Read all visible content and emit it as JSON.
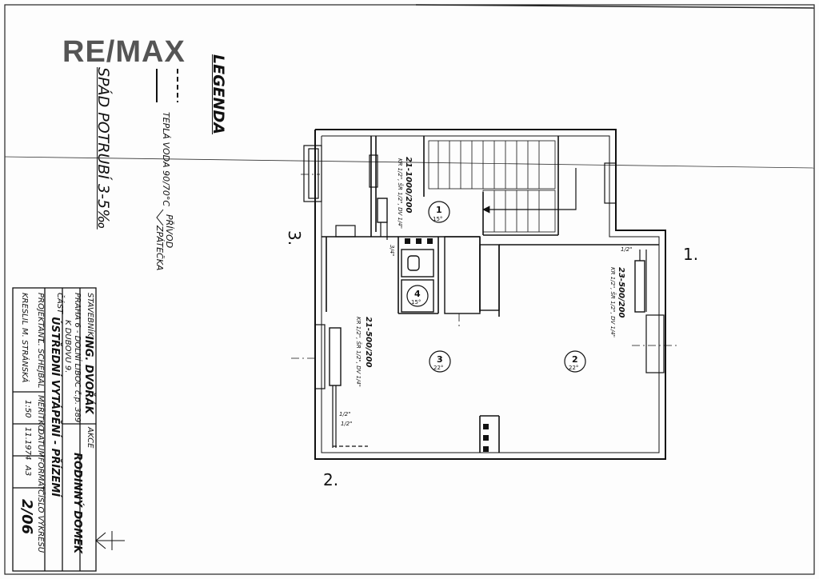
{
  "logo": "RE/MAX",
  "legend": {
    "title": "LEGENDA",
    "supply": "PŘÍVOD",
    "return": "ZPÁTEČKA",
    "water": "TEPLÁ VODA 90/70°C",
    "slope": "SPÁD POTRUBÍ 3-5‰"
  },
  "title_block": {
    "investor_label": "STAVEBNÍK",
    "investor": "ING. DVOŘÁK",
    "address_1": "PRAHA 6 - DOLNÍ LIBOC č.p. 389",
    "address_2": "K DUBOVU 9.",
    "part_label": "ČÁST",
    "part": "ÚSTŘEDNÍ VYTÁPĚNÍ - PŘÍZEMÍ",
    "designer_label": "PROJEKTANT",
    "designer": "L. SCHEJBAL",
    "drawn_label": "KRESLIL",
    "drawn": "M. STRÁNSKÁ",
    "scale_label": "MĚŘÍTKO",
    "scale": "1:50",
    "date_label": "DATUM",
    "date": "11.1974",
    "format_label": "FORMÁT",
    "format": "A3",
    "number_label": "ČÍSLO VÝKRESU",
    "number": "2/06",
    "action_label": "AKCE",
    "action": "RODINNÝ DOMEK"
  },
  "views": [
    "1.",
    "2.",
    "3."
  ],
  "rooms": [
    {
      "num": "1",
      "temp": "15°"
    },
    {
      "num": "2",
      "temp": "22°"
    },
    {
      "num": "3",
      "temp": "22°"
    },
    {
      "num": "4",
      "temp": "15°"
    }
  ],
  "heaters": [
    {
      "label": "21-1000/200",
      "sub": "KR 1/2\", ŠR 1/2\", DV 1/4\""
    },
    {
      "label": "23-500/200",
      "sub": "KR 1/2\", ŠR 1/2\", DV 1/4\""
    },
    {
      "label": "21-500/200",
      "sub": "KR 1/2\", ŠR 1/2\", DV 1/4\""
    }
  ],
  "pipes": [
    "1/2\"",
    "1/2\"",
    "1/2\"",
    "3/4\""
  ]
}
